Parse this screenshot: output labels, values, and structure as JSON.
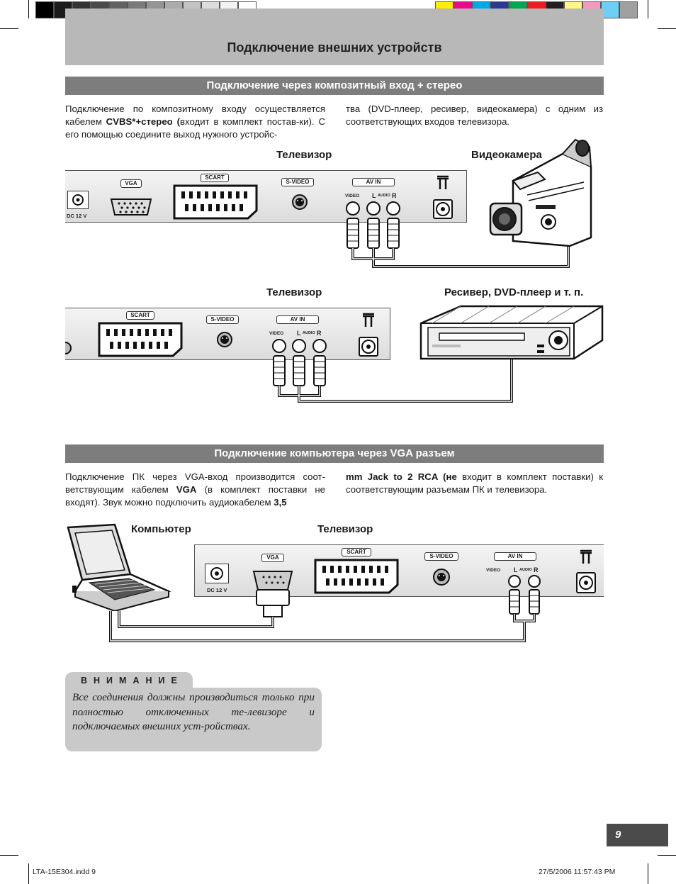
{
  "colors": {
    "gray_ramp": [
      "#000000",
      "#1c1c1c",
      "#333333",
      "#4a4a4a",
      "#626262",
      "#7a7a7a",
      "#949494",
      "#ababab",
      "#c4c4c4",
      "#dcdcdc",
      "#f2f2f2",
      "#ffffff"
    ],
    "process_bar": [
      "#ffee00",
      "#ea0b8c",
      "#00a8e8",
      "#2b3990",
      "#00a651",
      "#ed1c24",
      "#231f20",
      "#fff685",
      "#f49ac2",
      "#6dcff6",
      "#a0a0a0"
    ]
  },
  "header": {
    "title": "Подключение внешних устройств"
  },
  "section1": {
    "bar": "Подключение через композитный вход + стерео",
    "col1_a": "Подключение по композитному входу осуществляется кабелем ",
    "col1_b": "CVBS*+стерео (",
    "col1_c": "входит в комплект постав-ки). С его помощью соедините выход нужного устройс-",
    "col2": "тва (DVD-плеер, ресивер, видеокамера) с одним из соответствующих входов телевизора."
  },
  "diagram1": {
    "tv_label": "Телевизор",
    "device_label": "Видеокамера",
    "ports": {
      "vga": "VGA",
      "scart": "SCART",
      "svideo": "S-VIDEO",
      "avin": "AV IN",
      "dc": "DC 12 V",
      "video": "VIDEO",
      "audio_l": "L",
      "audio": "AUDIO",
      "audio_r": "R"
    }
  },
  "diagram2": {
    "tv_label": "Телевизор",
    "device_label": "Ресивер, DVD-плеер и т. п.",
    "ports": {
      "scart": "SCART",
      "svideo": "S-VIDEO",
      "avin": "AV IN",
      "video": "VIDEO",
      "audio_l": "L",
      "audio": "AUDIO",
      "audio_r": "R"
    }
  },
  "section2": {
    "bar": "Подключение компьютера через VGA разъем",
    "col1_a": "Подключение ПК через VGA-вход производится соот-ветствующим кабелем ",
    "col1_b": "VGA",
    "col1_c": " (в комплект поставки не входят). Звук можно подключить аудиокабелем ",
    "col1_d": "3,5",
    "col2_a": "mm Jack to 2 RCA  (не",
    "col2_b": " входит в комплект поставки) к соответствующим разъемам ПК и телевизора."
  },
  "diagram3": {
    "pc_label": "Компьютер",
    "tv_label": "Телевизор",
    "ports": {
      "vga": "VGA",
      "scart": "SCART",
      "svideo": "S-VIDEO",
      "avin": "AV IN",
      "dc": "DC 12 V",
      "video": "VIDEO",
      "audio_l": "L",
      "audio": "AUDIO",
      "audio_r": "R"
    }
  },
  "warning": {
    "title": "ВНИМАНИЕ",
    "text": "Все соединения должны производиться только при полностью отключенных те-левизоре и подключаемых внешних уст-ройствах."
  },
  "page_number": "9",
  "footer": {
    "file": "LTA-15E304.indd   9",
    "datetime": "27/5/2006   11:57:43 PM"
  }
}
